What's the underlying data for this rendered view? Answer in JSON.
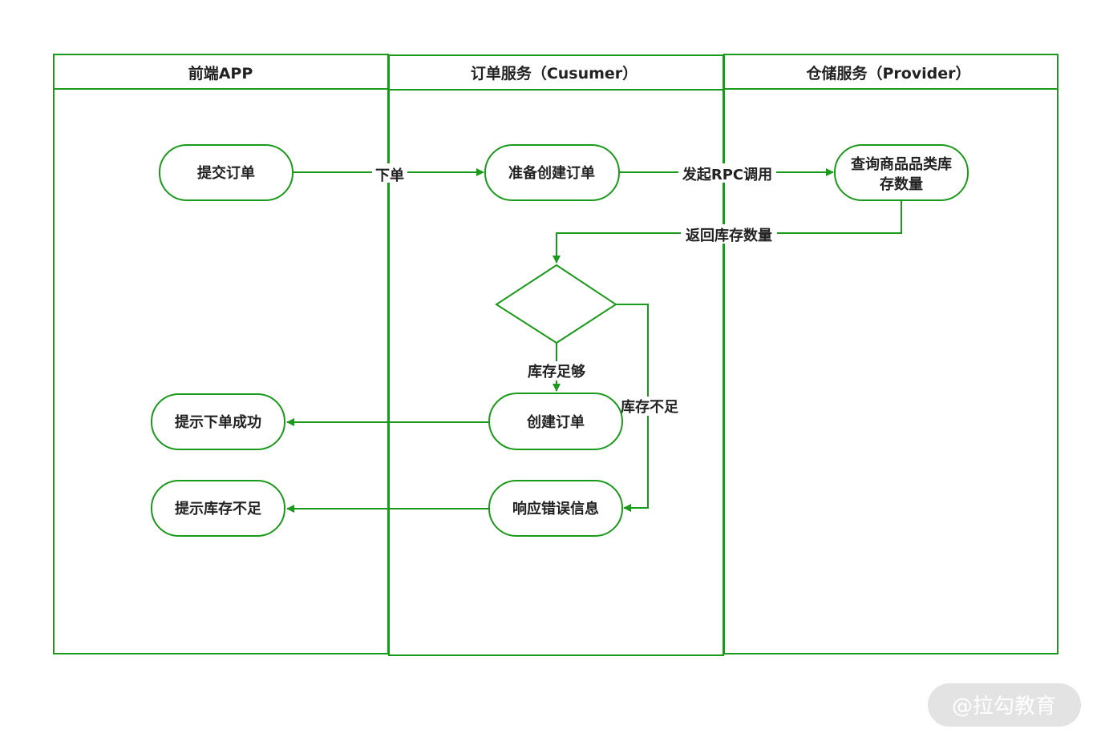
{
  "lanes": [
    {
      "id": "frontend",
      "title": "前端APP"
    },
    {
      "id": "order",
      "title": "订单服务（Cusumer）"
    },
    {
      "id": "storage",
      "title": "仓储服务（Provider）"
    }
  ],
  "nodes": {
    "submit_order": "提交订单",
    "prepare_order": "准备创建订单",
    "query_stock_line1": "查询商品品类库",
    "query_stock_line2": "存数量",
    "create_order": "创建订单",
    "error_response": "响应错误信息",
    "prompt_success": "提示下单成功",
    "prompt_insufficient": "提示库存不足"
  },
  "edges": {
    "place_order": "下单",
    "rpc_call": "发起RPC调用",
    "return_stock": "返回库存数量",
    "stock_enough": "库存足够",
    "stock_insufficient": "库存不足"
  },
  "watermark": "@拉勾教育",
  "colors": {
    "stroke": "#1a9a1a",
    "text": "#222222",
    "watermark_bg": "#e3e3e3"
  }
}
